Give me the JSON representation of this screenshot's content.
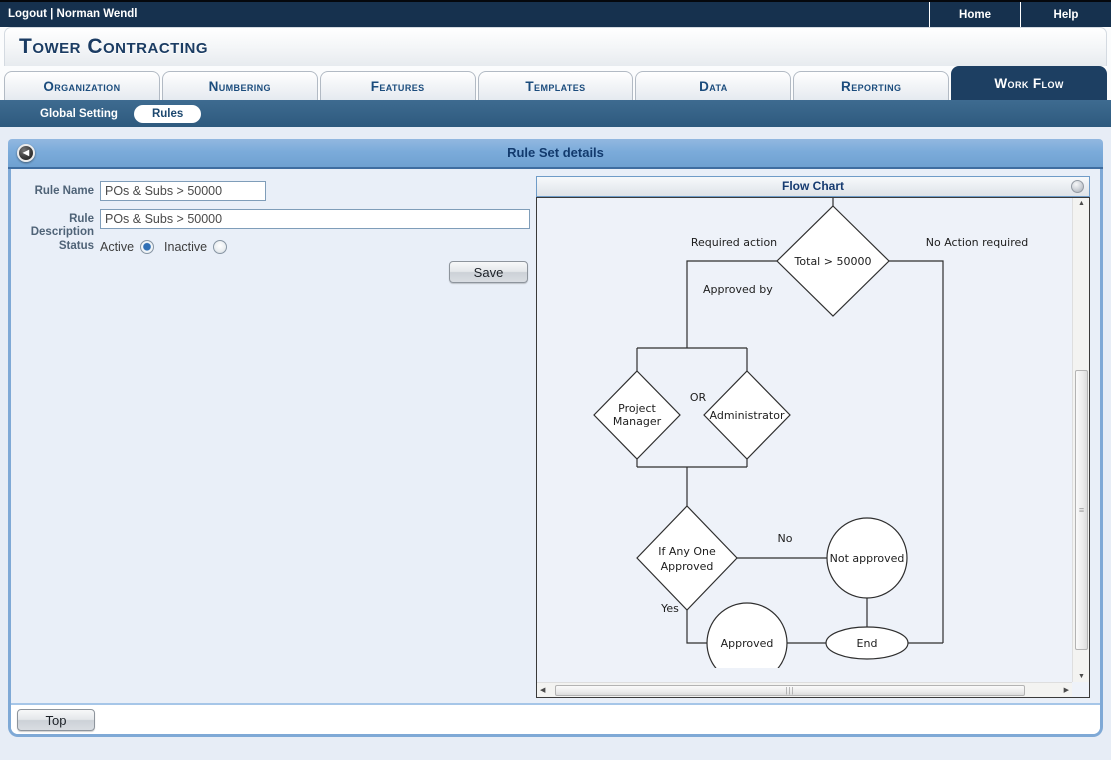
{
  "topbar": {
    "logout_user": "Logout | Norman Wendl",
    "home": "Home",
    "help": "Help"
  },
  "brand": {
    "title": "Tower Contracting"
  },
  "tabs": [
    {
      "label": "Organization",
      "active": false
    },
    {
      "label": "Numbering",
      "active": false
    },
    {
      "label": "Features",
      "active": false
    },
    {
      "label": "Templates",
      "active": false
    },
    {
      "label": "Data",
      "active": false
    },
    {
      "label": "Reporting",
      "active": false
    },
    {
      "label": "Work Flow",
      "active": true
    }
  ],
  "subnav": {
    "global_setting": "Global Setting",
    "rules": "Rules"
  },
  "panel": {
    "title": "Rule Set details",
    "form": {
      "rule_name_label": "Rule Name",
      "rule_name_value": "POs & Subs > 50000",
      "rule_description_label": "Rule Description",
      "rule_description_value": "POs & Subs > 50000",
      "status_label": "Status",
      "status_options": [
        "Active",
        "Inactive"
      ],
      "status_selected": "Active",
      "save_label": "Save"
    }
  },
  "flow_chart": {
    "title": "Flow Chart",
    "type": "flowchart",
    "nodes": {
      "total": "Total > 50000",
      "project_manager_line1": "Project",
      "project_manager_line2": "Manager",
      "administrator": "Administrator",
      "if_any_one_line1": "If Any One",
      "if_any_one_line2": "Approved",
      "not_approved": "Not approved",
      "approved": "Approved",
      "end": "End"
    },
    "edge_labels": {
      "required_action": "Required action",
      "no_action_required": "No Action required",
      "approved_by": "Approved by",
      "or": "OR",
      "no": "No",
      "yes": "Yes"
    }
  },
  "footer": {
    "top_label": "Top"
  },
  "icons": {
    "back_arrow": "◀",
    "scroll_up": "▲",
    "scroll_down": "▼",
    "scroll_left": "◀",
    "scroll_right": "▶",
    "vthumb_grip": "≡",
    "hthumb_grip": "|||"
  },
  "colors": {
    "topbar": "#16314e",
    "active_tab": "#1d3f62",
    "subnav": "#2e5a7e",
    "panel_header": "#79a7d4",
    "panel_border": "#7fa9d6",
    "form_bg": "#e9eff8",
    "canvas_bg": "#eef2f9",
    "tab_text": "#1b4c7d"
  }
}
